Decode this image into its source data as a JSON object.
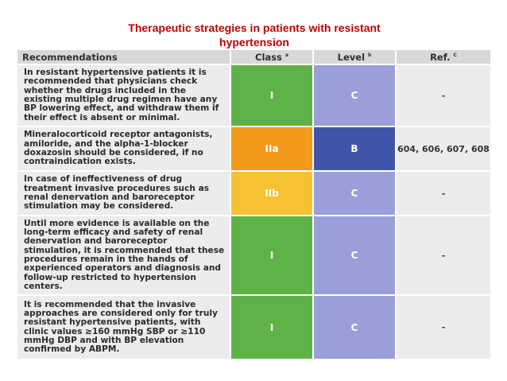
{
  "title": {
    "line1": "Therapeutic strategies in patients with resistant",
    "line2": "hypertension"
  },
  "table": {
    "headers": {
      "recommendations": "Recommendations",
      "class": "Class",
      "class_sup": "a",
      "level": "Level",
      "level_sup": "b",
      "ref": "Ref.",
      "ref_sup": "C"
    },
    "rows": [
      {
        "text": "In resistant hypertensive patients it is recommended that physicians check whether the drugs included in the existing multiple drug regimen have any BP lowering effect, and withdraw them if their effect is absent or minimal.",
        "class": "I",
        "class_color": "#5fb247",
        "level": "C",
        "level_color": "#9a9ed9",
        "ref": "-"
      },
      {
        "text": "Mineralocorticoid receptor antagonists, amiloride, and the alpha-1-blocker doxazosin should be considered, if no contraindication exists.",
        "class": "IIa",
        "class_color": "#f39a1c",
        "level": "B",
        "level_color": "#3f56a8",
        "ref": "604, 606, 607, 608"
      },
      {
        "text": "In case of ineffectiveness of drug treatment invasive procedures such as renal denervation and baroreceptor stimulation may be considered.",
        "class": "IIb",
        "class_color": "#f6c232",
        "level": "C",
        "level_color": "#9a9ed9",
        "ref": "-"
      },
      {
        "text": "Until more evidence is available on the long-term efficacy and safety of renal denervation and baroreceptor stimulation, it is recommended that these procedures remain in the hands of experienced operators and diagnosis and follow-up restricted to hypertension centers.",
        "class": "I",
        "class_color": "#5fb247",
        "level": "C",
        "level_color": "#9a9ed9",
        "ref": "-"
      },
      {
        "text": "It is recommended that the invasive approaches are considered only for truly resistant hypertensive patients, with clinic values ≥160 mmHg SBP or ≥110 mmHg DBP and with BP elevation confirmed by ABPM.",
        "class": "I",
        "class_color": "#5fb247",
        "level": "C",
        "level_color": "#9a9ed9",
        "ref": "-"
      }
    ]
  }
}
